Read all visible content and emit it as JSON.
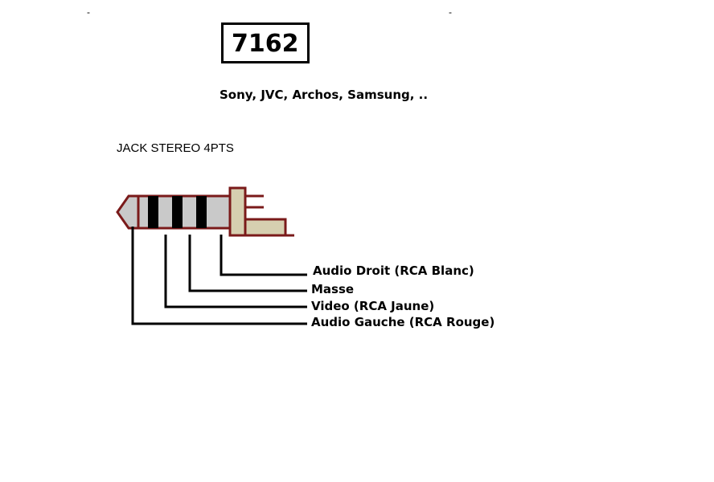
{
  "header": {
    "dash_left": "-",
    "dash_right": "-"
  },
  "model_code": "7162",
  "brands": "Sony, JVC, Archos, Samsung, ..",
  "connector_title": "JACK STEREO 4PTS",
  "pins": [
    {
      "id": "tip",
      "label": "Audio Droit (RCA Blanc)"
    },
    {
      "id": "ring2",
      "label": "Masse"
    },
    {
      "id": "ring1",
      "label": "Video (RCA Jaune)"
    },
    {
      "id": "sleeve",
      "label": "Audio Gauche (RCA Rouge)"
    }
  ],
  "colors": {
    "outline": "#7a1a1a",
    "plug_body": "#c9c9c9",
    "insulator": "#000000",
    "handle": "#d6cfb0",
    "leader_lines": "#000000"
  }
}
